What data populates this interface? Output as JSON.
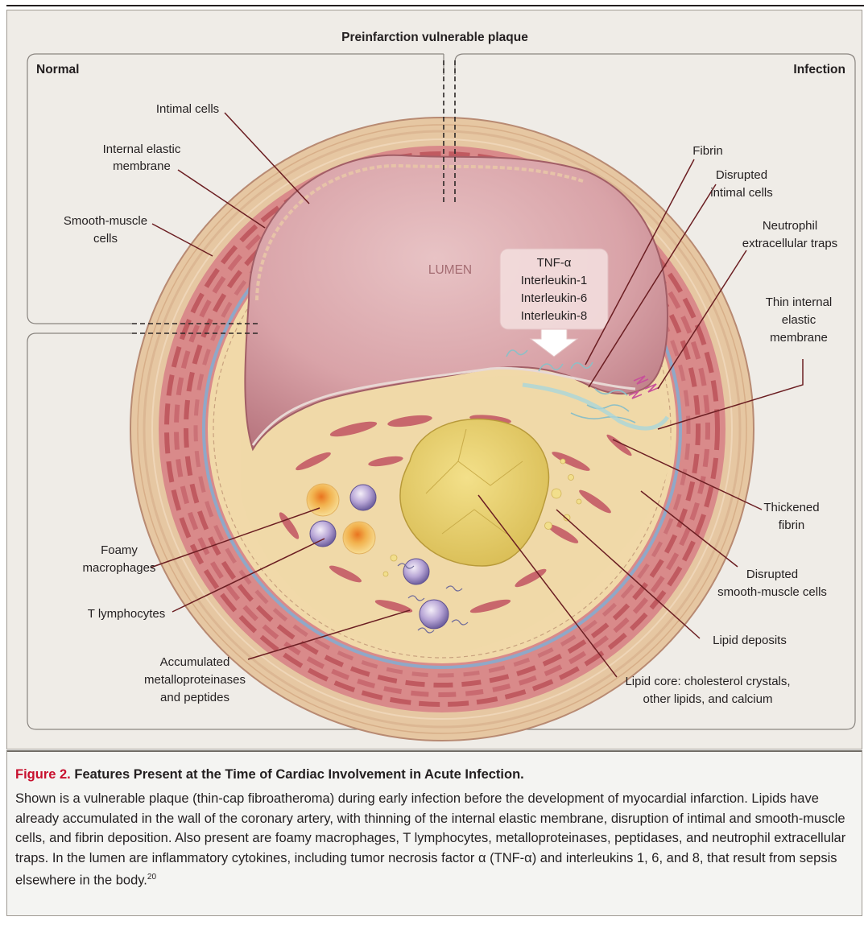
{
  "diagram": {
    "title": "Preinfarction vulnerable plaque",
    "panel_left": "Normal",
    "panel_right": "Infection",
    "lumen": "LUMEN",
    "cytokines": [
      "TNF-α",
      "Interleukin-1",
      "Interleukin-6",
      "Interleukin-8"
    ],
    "labels": {
      "intimal_cells": "Intimal cells",
      "internal_elastic_membrane": [
        "Internal elastic",
        "membrane"
      ],
      "smooth_muscle_cells": [
        "Smooth-muscle",
        "cells"
      ],
      "fibrin": "Fibrin",
      "disrupted_intimal_cells": [
        "Disrupted",
        "intimal cells"
      ],
      "neutrophil_extracellular_traps": [
        "Neutrophil",
        "extracellular traps"
      ],
      "thin_internal_elastic_membrane": [
        "Thin internal",
        "elastic",
        "membrane"
      ],
      "thickened_fibrin": [
        "Thickened",
        "fibrin"
      ],
      "disrupted_smooth_muscle_cells": [
        "Disrupted",
        "smooth-muscle cells"
      ],
      "lipid_deposits": "Lipid deposits",
      "lipid_core": [
        "Lipid core: cholesterol crystals,",
        "other lipids, and calcium"
      ],
      "foamy_macrophages": [
        "Foamy",
        "macrophages"
      ],
      "t_lymphocytes": "T lymphocytes",
      "metalloproteinases": [
        "Accumulated",
        "metalloproteinases",
        "and peptides"
      ]
    }
  },
  "caption": {
    "label": "Figure 2.",
    "title": "Features Present at the Time of Cardiac Involvement in Acute Infection.",
    "text": "Shown is a vulnerable plaque (thin-cap fibroatheroma) during early infection before the development of myocardial infarction. Lipids have already accumulated in the wall of the coronary artery, with thinning of the internal elastic membrane, disruption of intimal and smooth-muscle cells, and fibrin deposition. Also present are foamy macro­phages, T lymphocytes, metalloproteinases, peptidases, and neutrophil extracellular traps. In the lumen are inflam­matory cytokines, including tumor necrosis factor α (TNF-α) and interleukins 1, 6, and 8, that result from sepsis elsewhere in the body.",
    "reference": "20"
  },
  "colors": {
    "panel_bg": "#efece7",
    "adventitia": "#e6c7a2",
    "media": "#d98a8a",
    "muscle_cell": "#c05a60",
    "elastic_membrane": "#8fa8c8",
    "intima": "#f1d9a9",
    "lumen": "#d9a9ad",
    "plaque": "#f0d9a8",
    "lipid_core": "#e8d36a",
    "caption_label": "#c8102e"
  },
  "icons": [
    "white-down-arrow-icon"
  ]
}
